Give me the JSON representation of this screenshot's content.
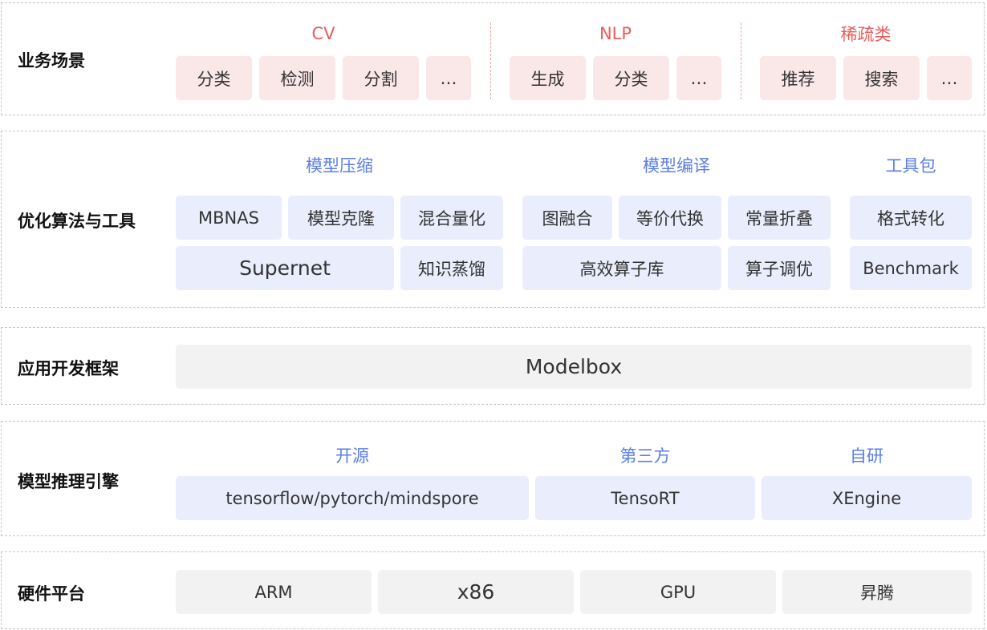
{
  "layers": {
    "business": {
      "title": "业务场景",
      "groups": [
        {
          "heading": "CV",
          "items": [
            "分类",
            "检测",
            "分割",
            "…"
          ]
        },
        {
          "heading": "NLP",
          "items": [
            "生成",
            "分类",
            "…"
          ]
        },
        {
          "heading": "稀疏类",
          "items": [
            "推荐",
            "搜索",
            "…"
          ]
        }
      ]
    },
    "optimization": {
      "title": "优化算法与工具",
      "groups": [
        {
          "heading": "模型压缩",
          "items": [
            "MBNAS",
            "模型克隆",
            "混合量化",
            "Supernet",
            "知识蒸馏"
          ]
        },
        {
          "heading": "模型编译",
          "items": [
            "图融合",
            "等价代换",
            "常量折叠",
            "高效算子库",
            "算子调优"
          ]
        },
        {
          "heading": "工具包",
          "items": [
            "格式转化",
            "Benchmark"
          ]
        }
      ]
    },
    "framework": {
      "title": "应用开发框架",
      "items": [
        "Modelbox"
      ]
    },
    "inference": {
      "title": "模型推理引擎",
      "groups": [
        {
          "heading": "开源",
          "items": [
            "tensorflow/pytorch/mindspore"
          ]
        },
        {
          "heading": "第三方",
          "items": [
            "TensoRT"
          ]
        },
        {
          "heading": "自研",
          "items": [
            "XEngine"
          ]
        }
      ]
    },
    "hardware": {
      "title": "硬件平台",
      "items": [
        "ARM",
        "x86",
        "GPU",
        "昇腾"
      ]
    }
  },
  "colors": {
    "scene_heading": "#e85c5c",
    "scene_box": "#fae7e8",
    "algo_heading": "#5b7ee6",
    "algo_box": "#eaeefc",
    "neutral_box": "#f2f2f2",
    "border": "#c4c4c4"
  }
}
